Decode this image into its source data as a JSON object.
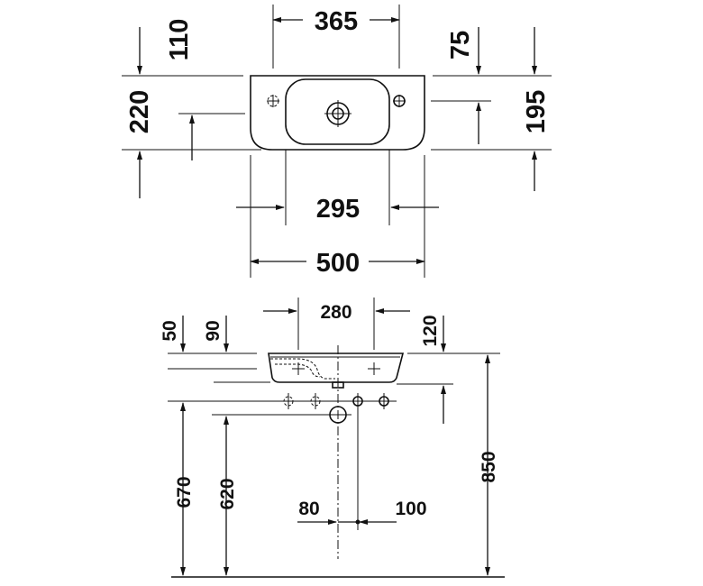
{
  "top_view": {
    "dims": {
      "width_top_holes": "365",
      "depth_front": "110",
      "offset_75": "75",
      "depth_220": "220",
      "depth_195": "195",
      "bowl_width": "295",
      "overall_width": "500"
    }
  },
  "front_view": {
    "dims": {
      "d50": "50",
      "d90": "90",
      "d280": "280",
      "d120": "120",
      "h670": "670",
      "h620": "620",
      "h850": "850",
      "d80": "80",
      "d100": "100"
    }
  }
}
